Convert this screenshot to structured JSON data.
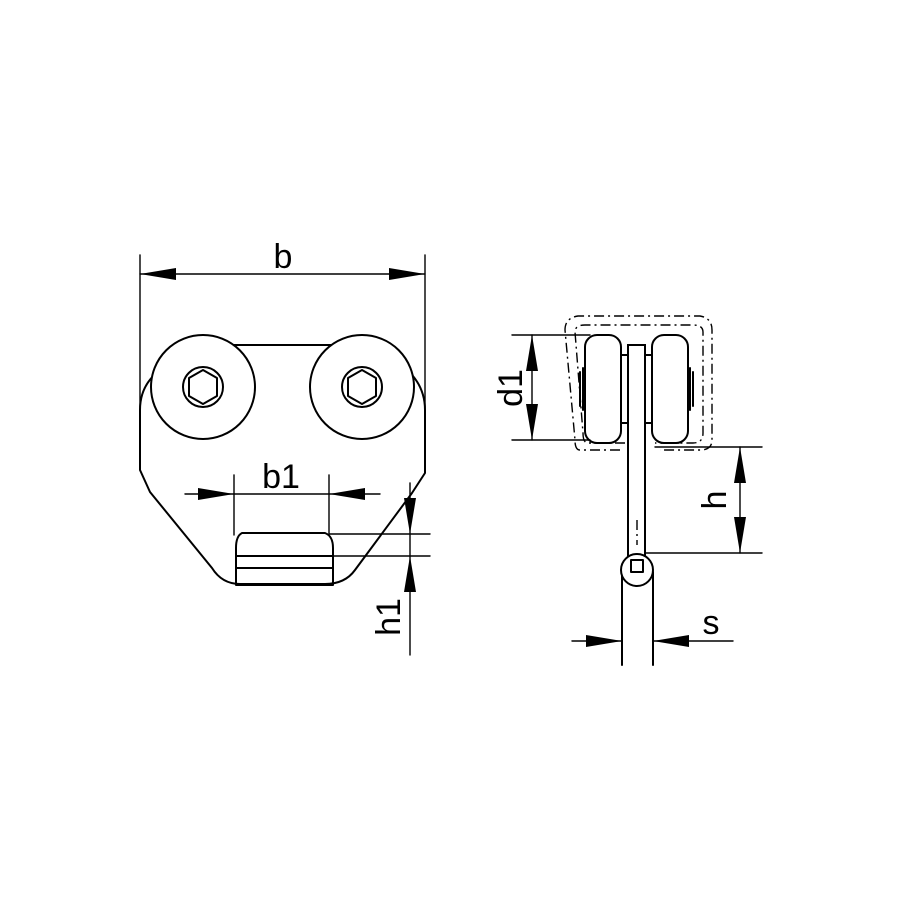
{
  "labels": {
    "b": "b",
    "b1": "b1",
    "h1": "h1",
    "d1": "d1",
    "h": "h",
    "s": "s"
  }
}
